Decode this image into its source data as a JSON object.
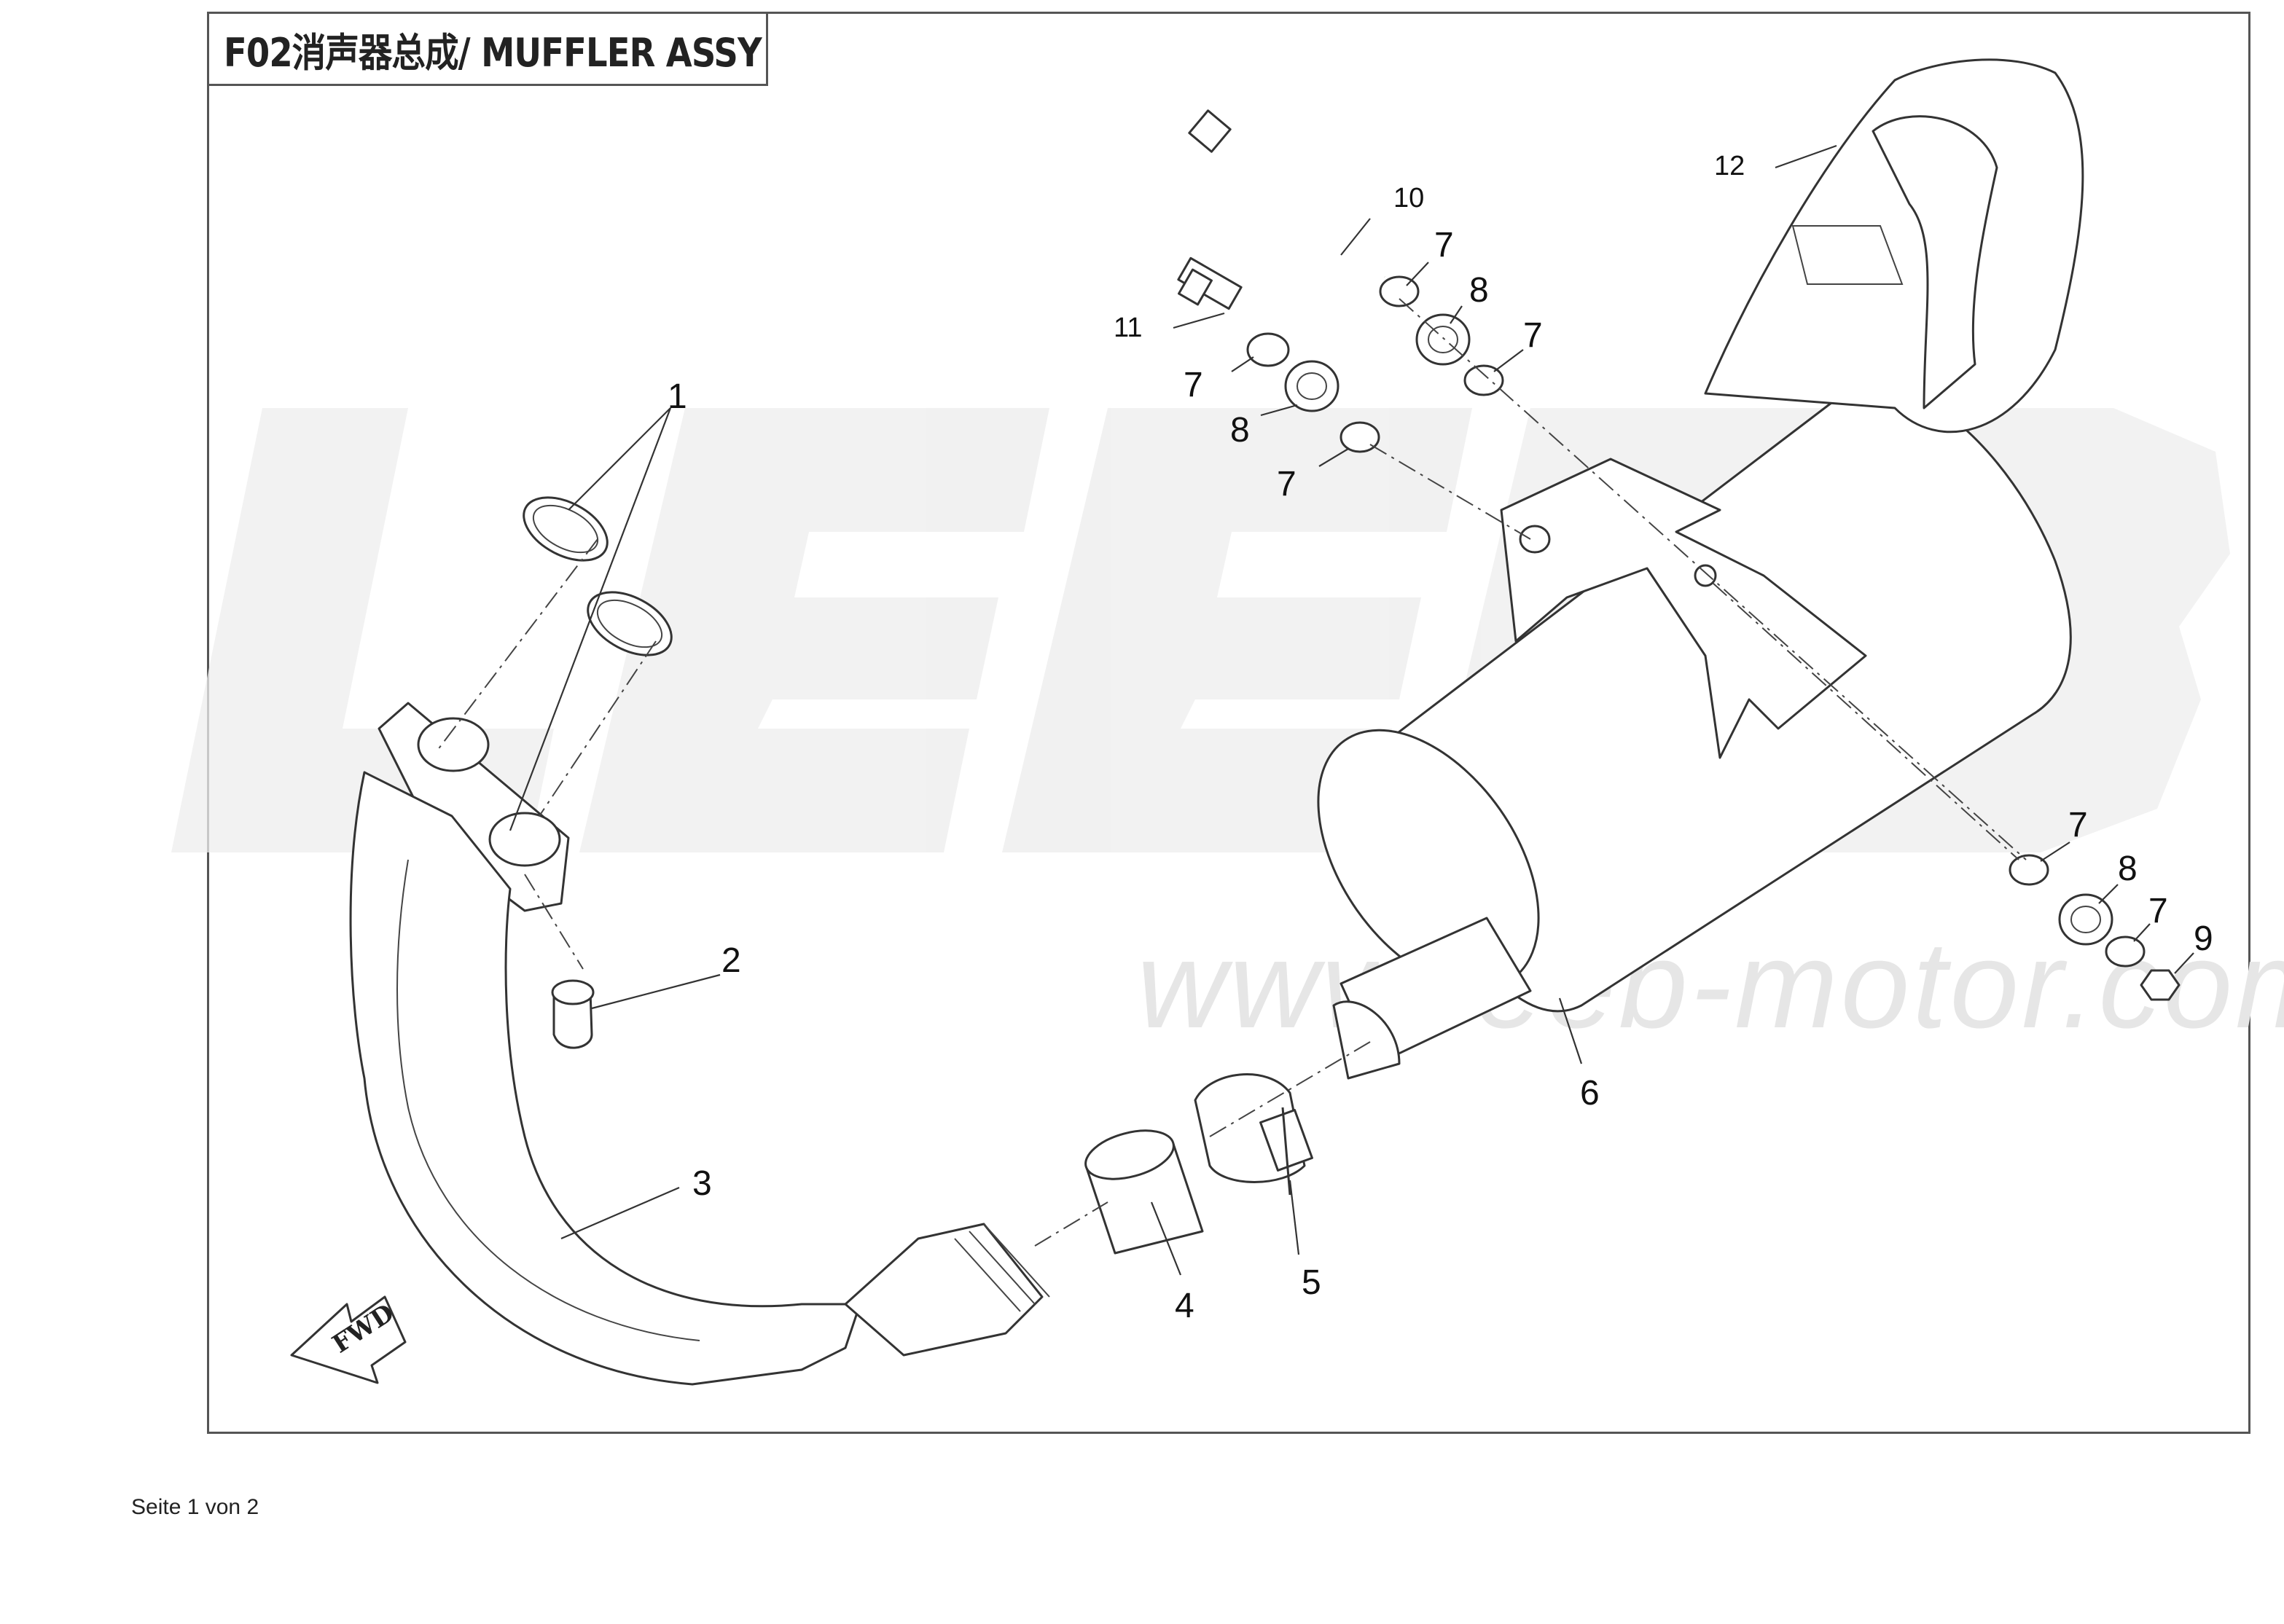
{
  "title": "F02消声器总成/ MUFFLER ASSY",
  "watermark": {
    "brand": "LEEB",
    "url": "www.leeb-motor.com"
  },
  "direction_arrow": "FWD",
  "footer": "Seite 1 von 2",
  "callouts": [
    {
      "id": "c1",
      "label": "1"
    },
    {
      "id": "c2",
      "label": "2"
    },
    {
      "id": "c3",
      "label": "3"
    },
    {
      "id": "c4",
      "label": "4"
    },
    {
      "id": "c5",
      "label": "5"
    },
    {
      "id": "c6",
      "label": "6"
    },
    {
      "id": "c7a",
      "label": "7"
    },
    {
      "id": "c7b",
      "label": "7"
    },
    {
      "id": "c7c",
      "label": "7"
    },
    {
      "id": "c7d",
      "label": "7"
    },
    {
      "id": "c7e",
      "label": "7"
    },
    {
      "id": "c7f",
      "label": "7"
    },
    {
      "id": "c8a",
      "label": "8"
    },
    {
      "id": "c8b",
      "label": "8"
    },
    {
      "id": "c8c",
      "label": "8"
    },
    {
      "id": "c9",
      "label": "9"
    },
    {
      "id": "c10",
      "label": "10"
    },
    {
      "id": "c11",
      "label": "11"
    },
    {
      "id": "c12",
      "label": "12"
    }
  ],
  "colors": {
    "line": "#333333",
    "frame": "#555555",
    "watermark": "#ededed"
  }
}
